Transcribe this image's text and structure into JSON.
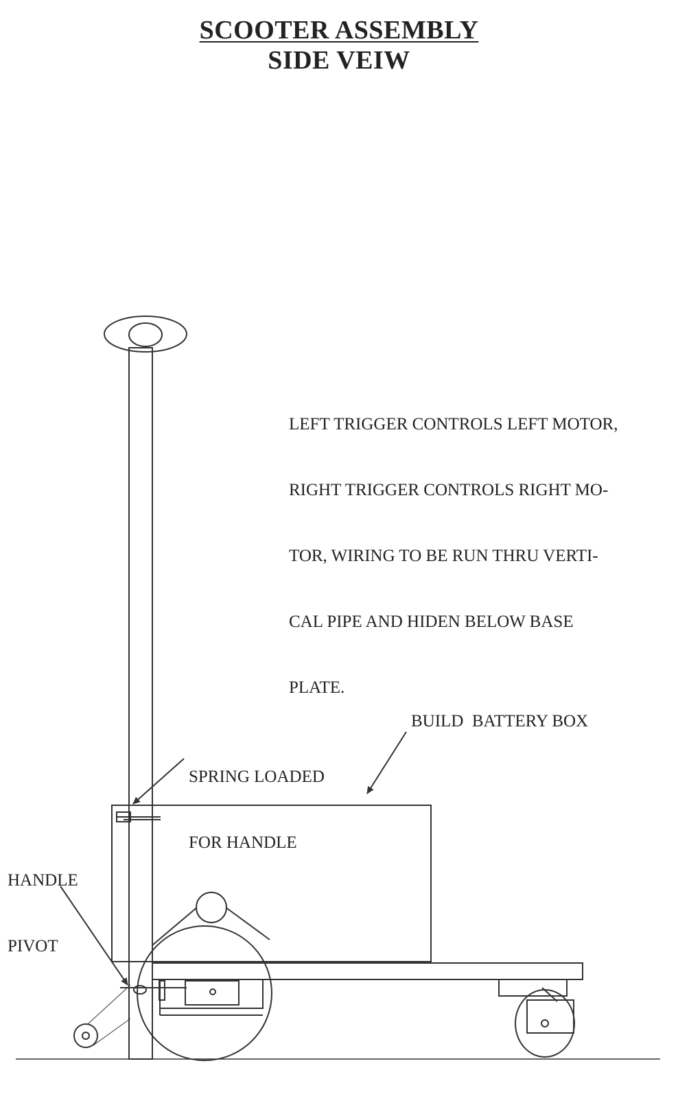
{
  "title": {
    "line1": "SCOOTER ASSEMBLY",
    "line2": "SIDE VEIW"
  },
  "notes": {
    "wiring_note": [
      "LEFT TRIGGER CONTROLS LEFT MOTOR,",
      "RIGHT TRIGGER CONTROLS RIGHT MO-",
      "TOR, WIRING TO BE RUN THRU VERTI-",
      "CAL PIPE AND HIDEN BELOW BASE",
      "PLATE."
    ]
  },
  "callouts": {
    "battery_box": "BUILD  BATTERY BOX",
    "spring_loaded": [
      "SPRING LOADED",
      "FOR HANDLE"
    ],
    "handle_pivot": [
      "HANDLE",
      "PIVOT"
    ]
  }
}
